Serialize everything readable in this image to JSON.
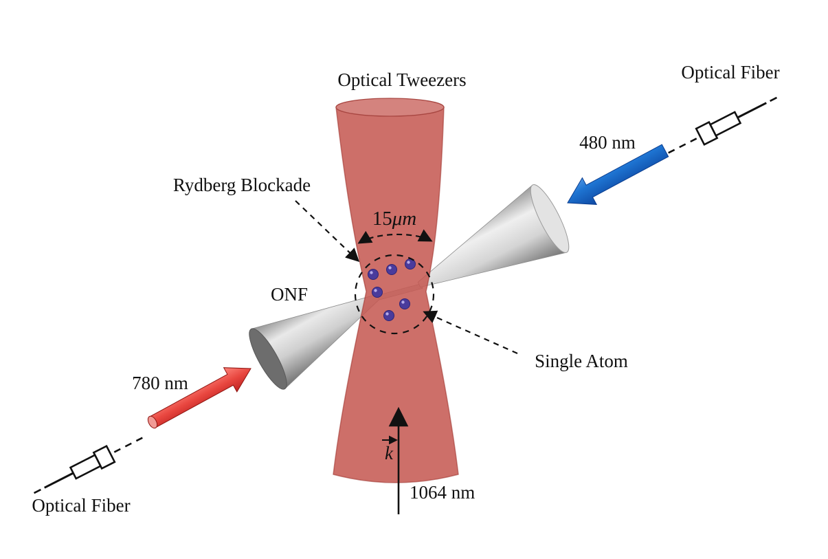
{
  "title": "Optical tweezers and optical nanofiber single-atom setup diagram",
  "labels": {
    "optical_tweezers": "Optical Tweezers",
    "optical_fiber_top": "Optical Fiber",
    "optical_fiber_bottom": "Optical Fiber",
    "rydberg_blockade": "Rydberg Blockade",
    "onf": "ONF",
    "single_atom": "Single Atom",
    "waist_number": "15",
    "waist_unit": "μm",
    "wavelength_blue": "480 nm",
    "wavelength_red": "780 nm",
    "wavelength_trap": "1064 nm",
    "k_vector": "k"
  },
  "colors": {
    "tweezer_beam": "#c4564f",
    "blue_arrow": "#1565c8",
    "red_arrow": "#e53935",
    "atom": "#4a3b9c",
    "fiber_gray": "#bdbdbd",
    "annotation": "#111111"
  }
}
